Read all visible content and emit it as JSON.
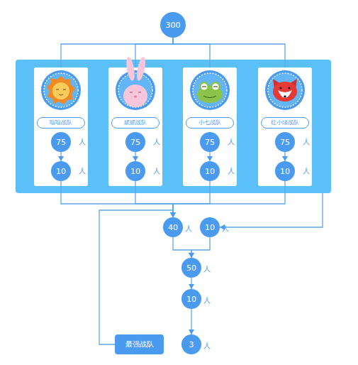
{
  "diagram": {
    "nodes": [
      {
        "text": [
          "300"
        ]
      },
      {
        "text": []
      },
      {
        "text": [
          "嘻嘻战队"
        ],
        "in": 1
      },
      {
        "text": [
          "75"
        ],
        "in": 2
      },
      {
        "text": [
          "10"
        ],
        "in": 2
      },
      {
        "text": [
          "妮妮战队"
        ],
        "in": 1
      },
      {
        "text": [
          "75"
        ],
        "in": 5
      },
      {
        "text": [
          "10"
        ],
        "in": 5
      },
      {
        "text": [
          "小七战队"
        ],
        "in": 1
      },
      {
        "text": [
          "75"
        ],
        "in": 8
      },
      {
        "text": [
          "10"
        ],
        "in": 8
      },
      {
        "text": [
          "红小绿战队"
        ],
        "in": 1
      },
      {
        "text": [
          "75"
        ],
        "in": 11
      },
      {
        "text": [
          "10"
        ],
        "in": 11
      },
      {
        "text": [
          "40"
        ]
      },
      {
        "text": [
          "10"
        ]
      },
      {
        "text": [
          "50"
        ]
      },
      {
        "text": [
          "10"
        ]
      },
      {
        "text": [
          "最强战队"
        ]
      },
      {
        "text": [
          "3"
        ]
      }
    ],
    "edges": [
      {
        "from": 0,
        "to": 2,
        "arrow": "none"
      },
      {
        "from": 0,
        "to": 5,
        "arrow": "none"
      },
      {
        "from": 0,
        "to": 8,
        "arrow": "none"
      },
      {
        "from": 0,
        "to": 11,
        "arrow": "none"
      },
      {
        "from": 3,
        "to": 4,
        "arrow": "to"
      },
      {
        "from": 6,
        "to": 7,
        "arrow": "to"
      },
      {
        "from": 9,
        "to": 10,
        "arrow": "to"
      },
      {
        "from": 12,
        "to": 13,
        "arrow": "to"
      },
      {
        "from": 4,
        "to": 14,
        "arrow": "to"
      },
      {
        "from": 7,
        "to": 14,
        "arrow": "to"
      },
      {
        "from": 10,
        "to": 14,
        "arrow": "to"
      },
      {
        "from": 13,
        "to": 14,
        "arrow": "to"
      },
      {
        "from": 1,
        "to": 15,
        "arrow": "to"
      },
      {
        "from": 18,
        "to": 14,
        "arrow": "to"
      },
      {
        "from": 14,
        "to": 16,
        "arrow": "to"
      },
      {
        "from": 15,
        "to": 16,
        "arrow": "to"
      },
      {
        "from": 16,
        "to": 17,
        "arrow": "to"
      },
      {
        "from": 17,
        "to": 19,
        "arrow": "to"
      }
    ],
    "labels": [
      "人",
      "人",
      "人",
      "人",
      "人",
      "人",
      "人",
      "人",
      "人",
      "人",
      "人",
      "人",
      "人"
    ]
  }
}
